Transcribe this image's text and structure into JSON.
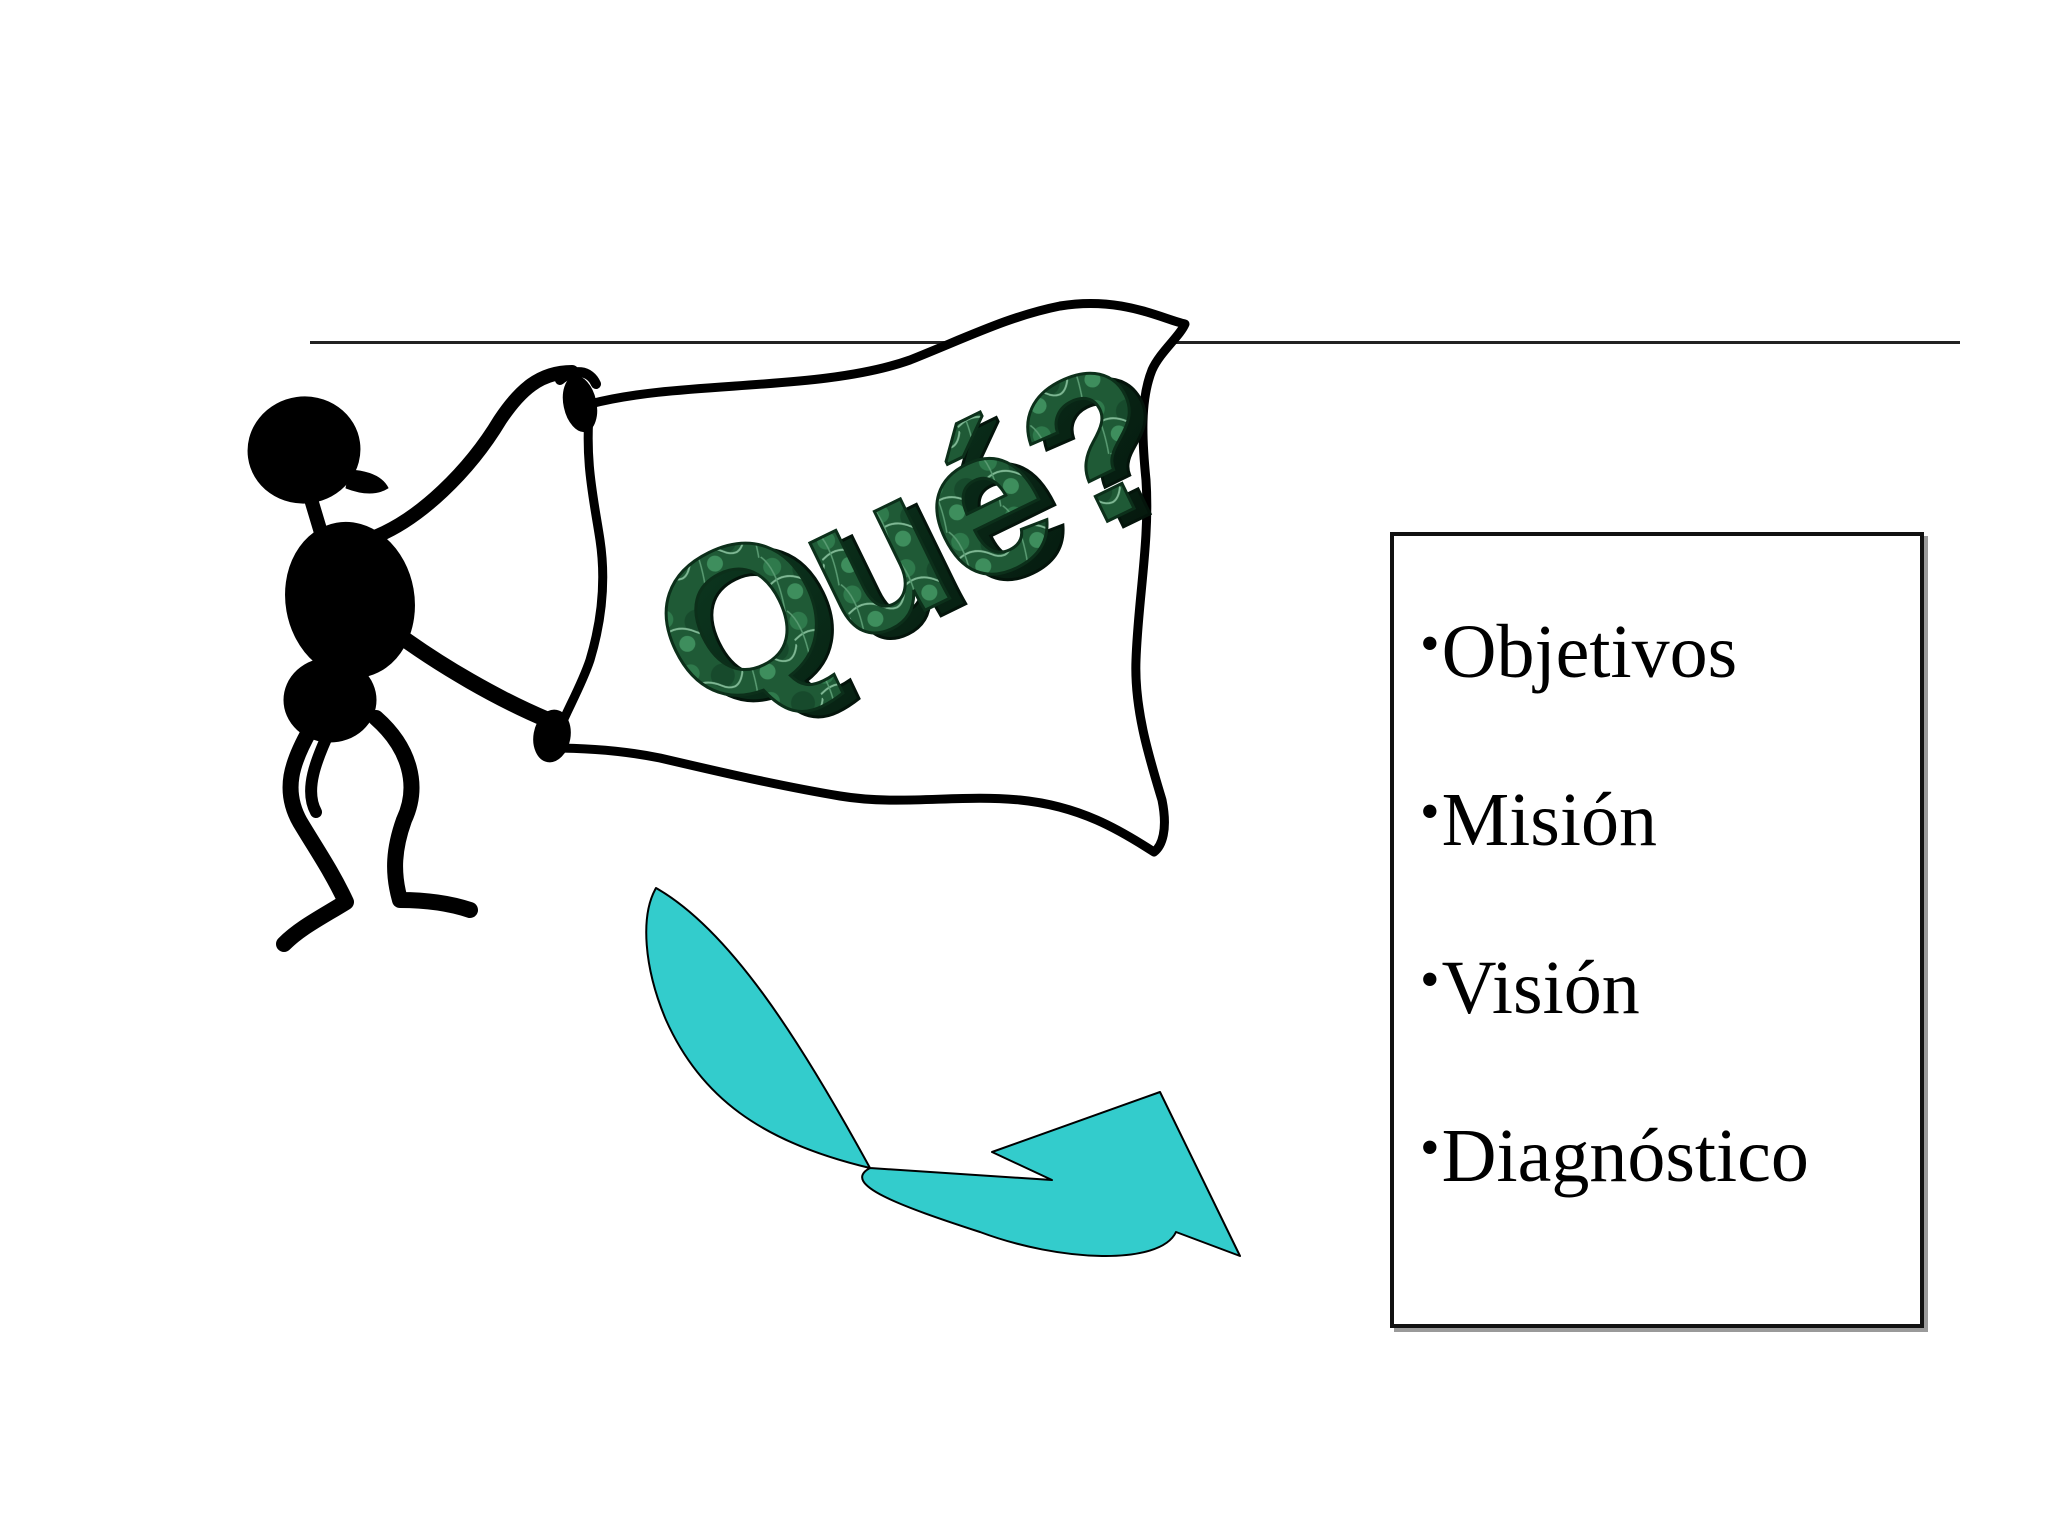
{
  "banner_text": "Qué?",
  "bullets": [
    {
      "bullet": "•",
      "label": "Objetivos"
    },
    {
      "bullet": "•",
      "label": "Misión"
    },
    {
      "bullet": "•",
      "label": "Visión"
    },
    {
      "bullet": "•",
      "label": "Diagnóstico"
    }
  ],
  "colors": {
    "figure": "#000000",
    "arrow_fill": "#33cccc",
    "text_3d": "#1f5a36",
    "rule": "#222222"
  },
  "icons": [
    "stick-figure-icon",
    "banner-flag-icon",
    "curved-arrow-icon"
  ]
}
